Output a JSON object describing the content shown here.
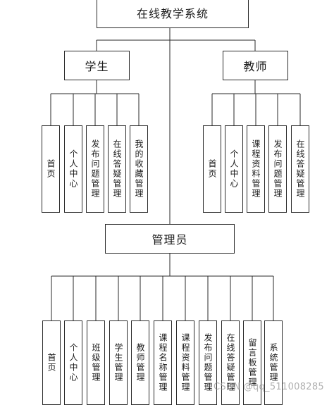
{
  "diagram": {
    "root": {
      "label": "在线教学系统"
    },
    "roles": {
      "student": {
        "label": "学生",
        "modules": [
          "首页",
          "个人中心",
          "发布问题管理",
          "在线答疑管理",
          "我的收藏管理"
        ]
      },
      "teacher": {
        "label": "教师",
        "modules": [
          "首页",
          "个人中心",
          "课程资料管理",
          "发布问题管理",
          "在线答疑管理"
        ]
      },
      "admin": {
        "label": "管理员",
        "modules": [
          "首页",
          "个人中心",
          "班级管理",
          "学生管理",
          "教师管理",
          "课程名称管理",
          "课程资料管理",
          "发布问题管理",
          "在线答疑管理",
          "留言板管理",
          "系统管理"
        ]
      }
    },
    "line_color": "#2a2a2a"
  },
  "watermark": {
    "text": "CSDN @qq_511008285"
  }
}
